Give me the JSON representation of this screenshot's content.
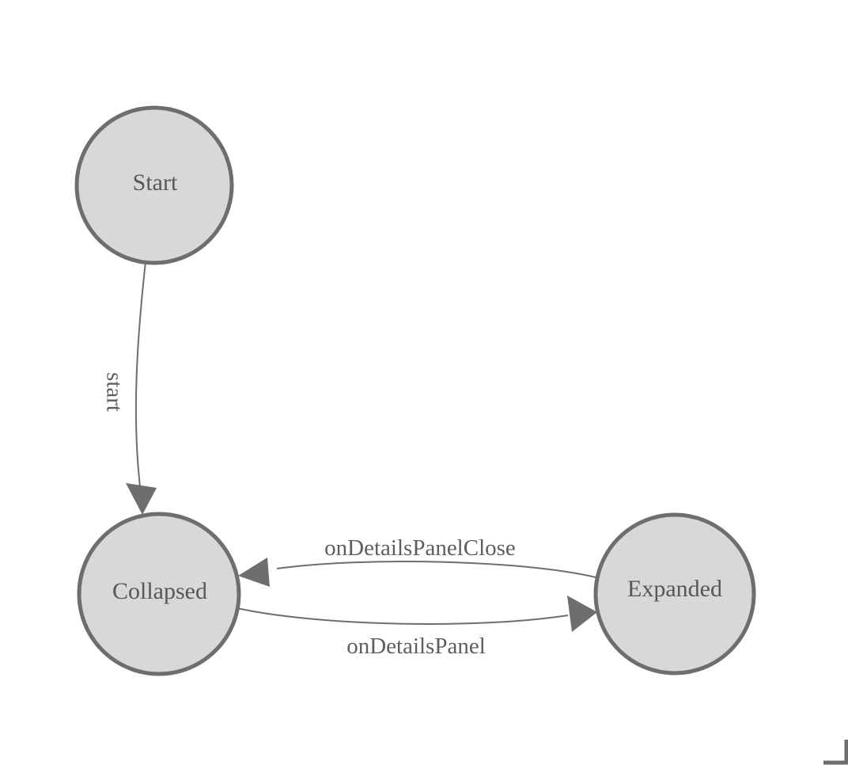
{
  "diagram": {
    "type": "state-machine",
    "nodes": [
      {
        "id": "start",
        "label": "Start"
      },
      {
        "id": "collapsed",
        "label": "Collapsed"
      },
      {
        "id": "expanded",
        "label": "Expanded"
      }
    ],
    "edges": [
      {
        "from": "start",
        "to": "collapsed",
        "label": "start"
      },
      {
        "from": "expanded",
        "to": "collapsed",
        "label": "onDetailsPanelClose"
      },
      {
        "from": "collapsed",
        "to": "expanded",
        "label": "onDetailsPanel"
      }
    ]
  },
  "colors": {
    "node_fill": "#d8d8d8",
    "node_stroke": "#6e6e6e",
    "edge_stroke": "#6e6e6e",
    "node_text": "#54585c",
    "edge_text": "#5e5e60",
    "background": "#ffffff",
    "corner_mark": "#6e6e6e"
  }
}
